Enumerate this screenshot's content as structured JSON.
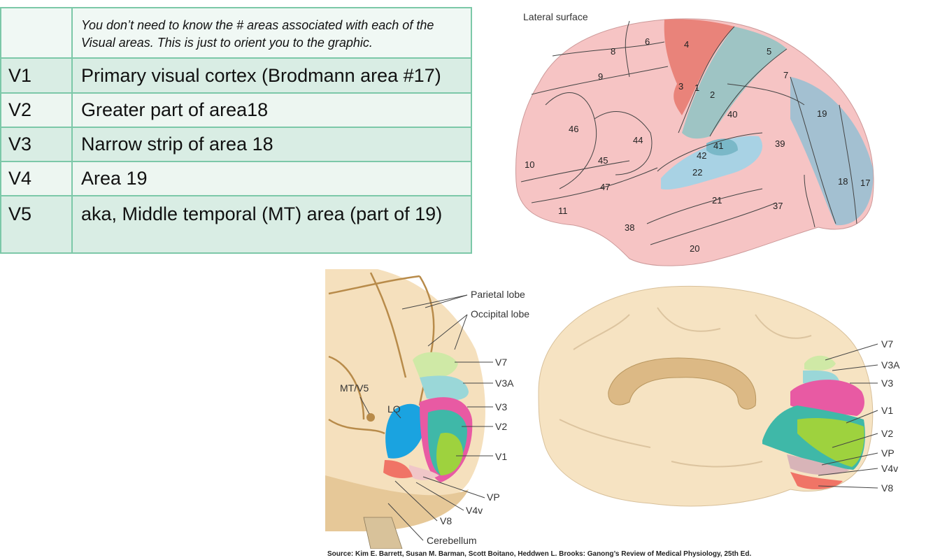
{
  "table": {
    "header_note": "You don’t need to know the # areas associated with each of the Visual areas. This is just to orient you to the graphic.",
    "rows": [
      {
        "area": "V1",
        "description": "Primary visual cortex (Brodmann area #17)"
      },
      {
        "area": "V2",
        "description": "Greater part of area18"
      },
      {
        "area": "V3",
        "description": "Narrow strip of area 18"
      },
      {
        "area": "V4",
        "description": "Area 19"
      },
      {
        "area": "V5",
        "description": "aka, Middle temporal (MT) area (part of 19)"
      }
    ]
  },
  "lateral_figure": {
    "title": "Lateral surface",
    "area_numbers": [
      "1",
      "2",
      "3",
      "4",
      "5",
      "6",
      "7",
      "8",
      "9",
      "10",
      "11",
      "17",
      "18",
      "19",
      "20",
      "21",
      "22",
      "37",
      "38",
      "39",
      "40",
      "41",
      "42",
      "44",
      "45",
      "46",
      "47"
    ]
  },
  "posterior_figure": {
    "labels": [
      "Parietal lobe",
      "Occipital lobe",
      "V7",
      "V3A",
      "V3",
      "V2",
      "V1",
      "MT/V5",
      "LO",
      "VP",
      "V4v",
      "V8",
      "Cerebellum"
    ]
  },
  "medial_figure": {
    "labels": [
      "V7",
      "V3A",
      "V3",
      "V1",
      "V2",
      "VP",
      "V4v",
      "V8"
    ]
  },
  "source": "Source: Kim E. Barrett, Susan M. Barman, Scott Boitano, Heddwen L. Brooks: Ganong’s Review of Medical Physiology, 25th Ed."
}
